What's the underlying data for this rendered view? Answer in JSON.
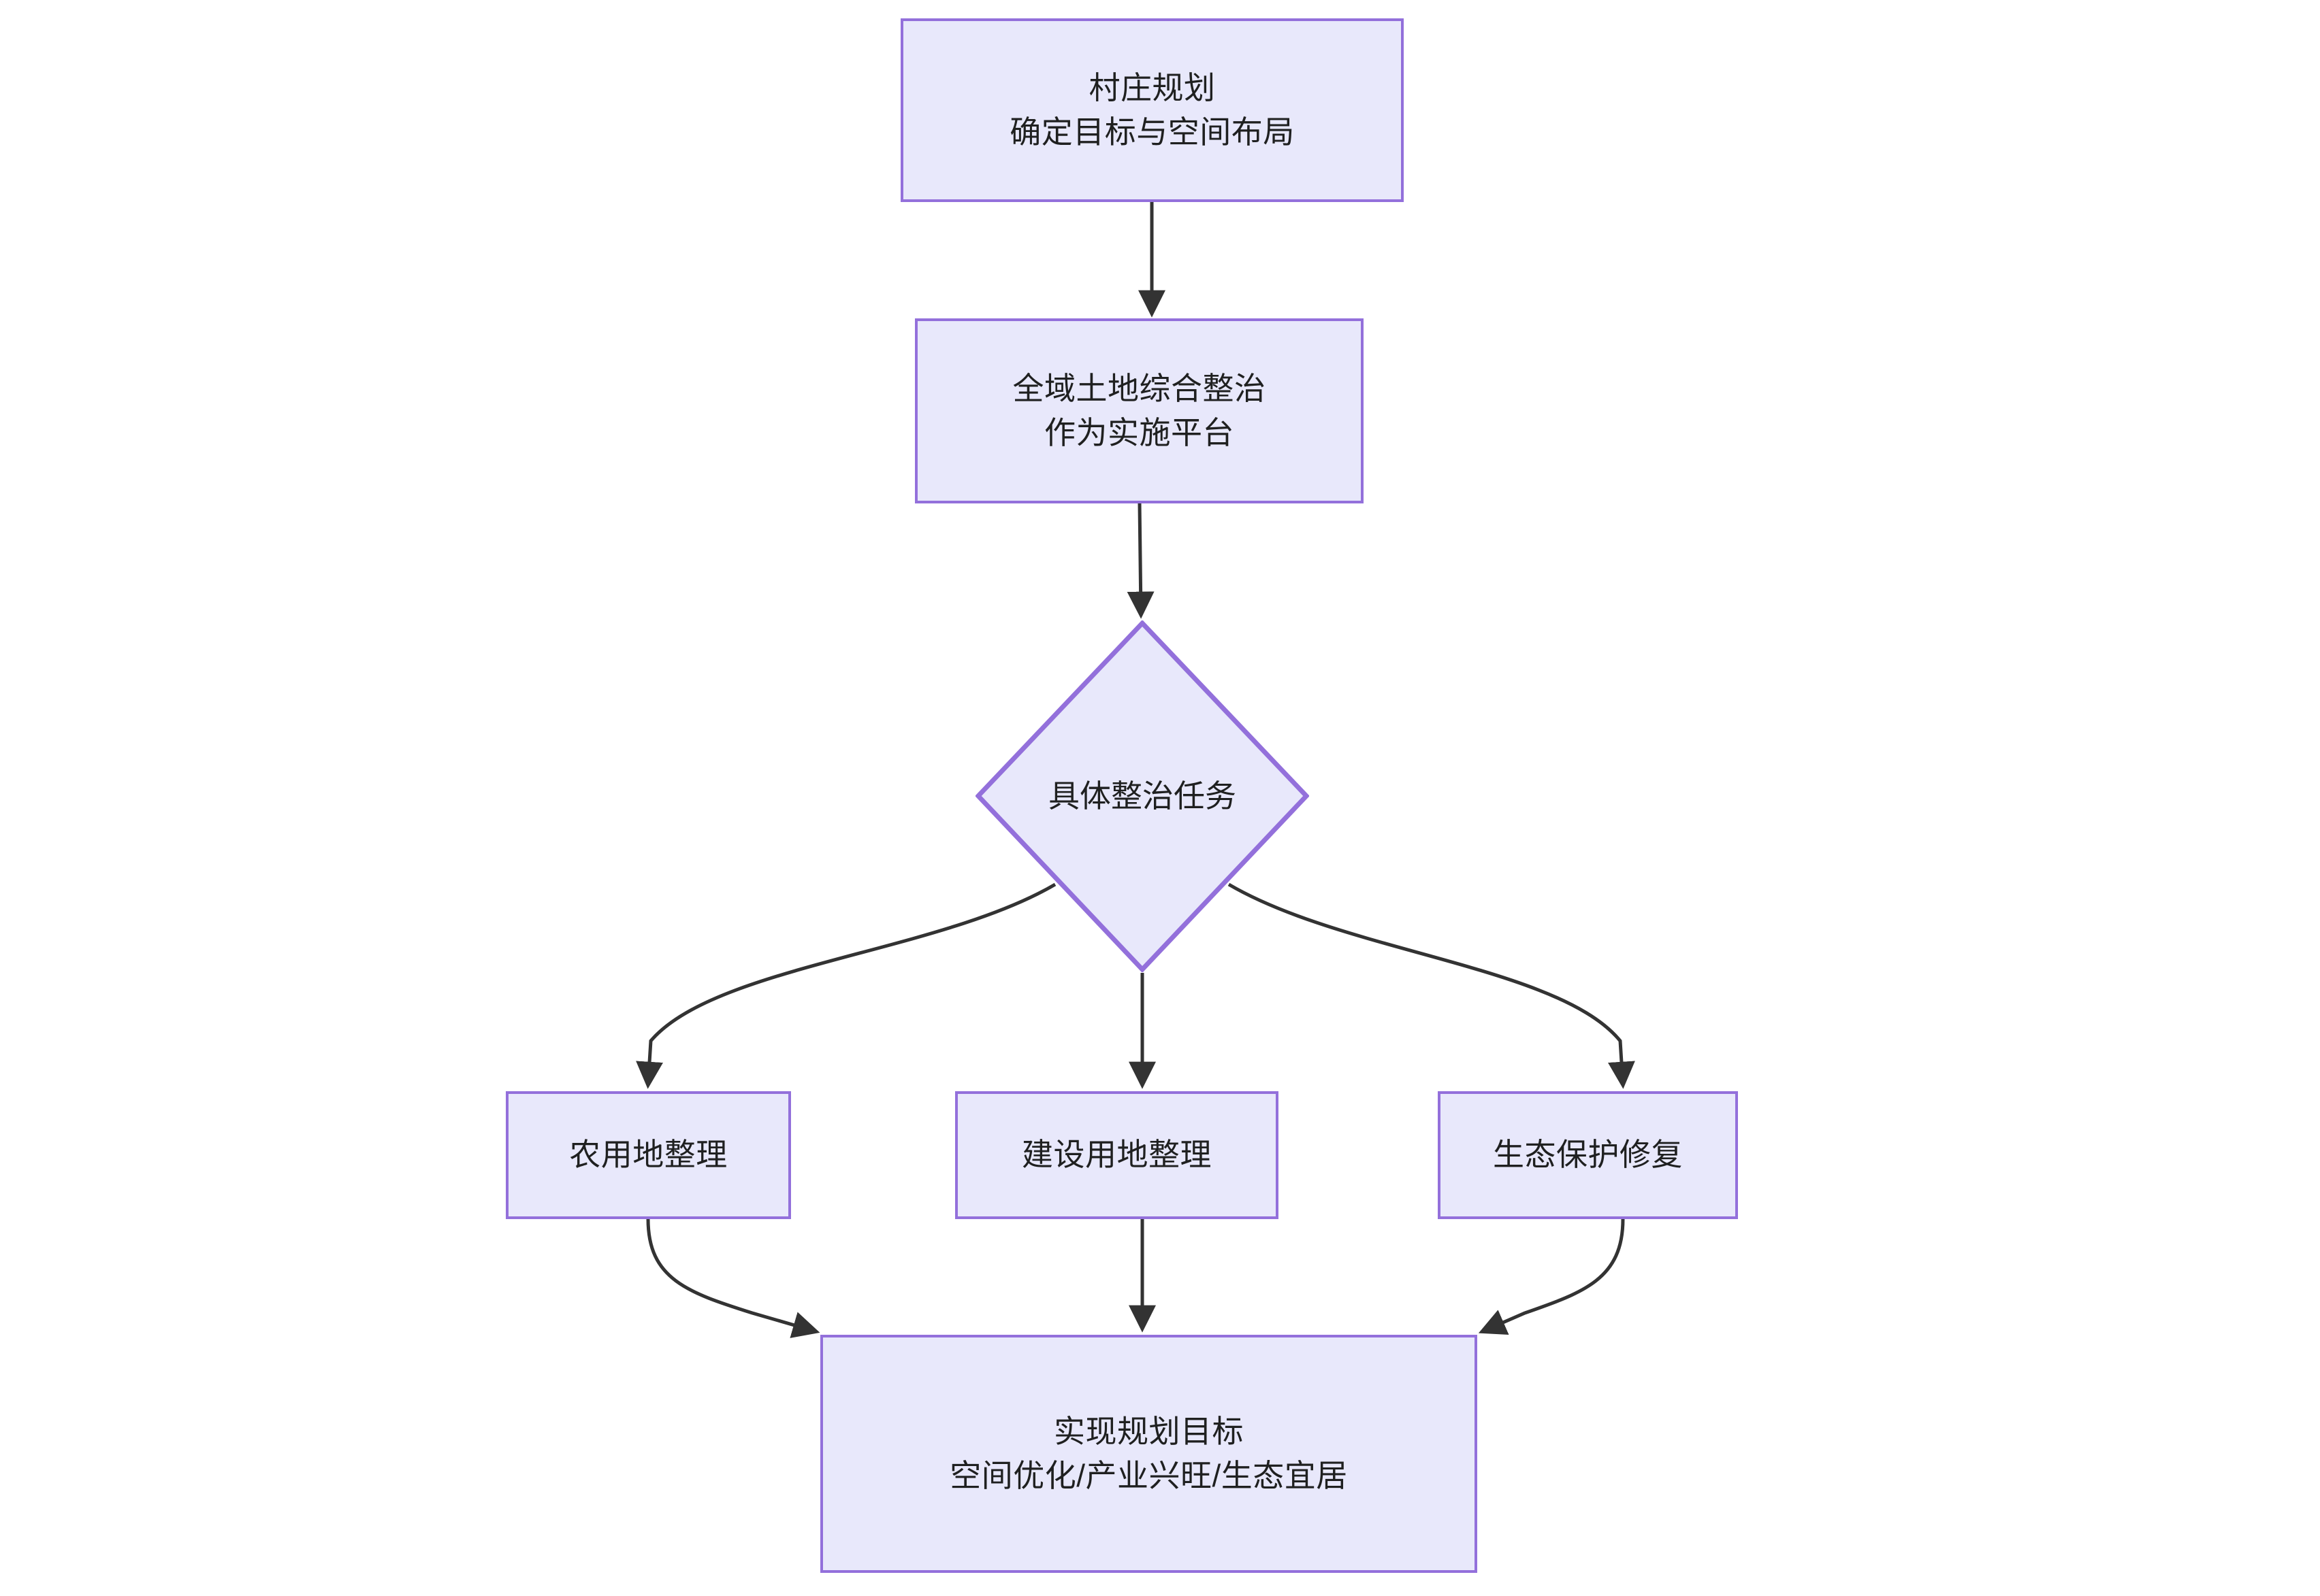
{
  "diagram": {
    "type": "flowchart",
    "direction": "top-down",
    "theme": {
      "node_fill": "#e8e8fb",
      "node_border": "#9370db",
      "edge_color": "#333333",
      "text_color": "#1f2020",
      "background": "#ffffff"
    },
    "nodes": [
      {
        "id": "n1",
        "shape": "rectangle",
        "label": "村庄规划\n确定目标与空间布局",
        "line1": "村庄规划",
        "line2": "确定目标与空间布局"
      },
      {
        "id": "n2",
        "shape": "rectangle",
        "label": "全域土地综合整治\n作为实施平台",
        "line1": "全域土地综合整治",
        "line2": "作为实施平台"
      },
      {
        "id": "nd",
        "shape": "diamond",
        "label": "具体整治任务"
      },
      {
        "id": "na",
        "shape": "rectangle",
        "label": "农用地整理"
      },
      {
        "id": "nb",
        "shape": "rectangle",
        "label": "建设用地整理"
      },
      {
        "id": "nc",
        "shape": "rectangle",
        "label": "生态保护修复"
      },
      {
        "id": "nf",
        "shape": "rectangle",
        "label": "实现规划目标\n空间优化/产业兴旺/生态宜居",
        "line1": "实现规划目标",
        "line2": "空间优化/产业兴旺/生态宜居"
      }
    ],
    "edges": [
      {
        "from": "n1",
        "to": "n2",
        "label": ""
      },
      {
        "from": "n2",
        "to": "nd",
        "label": ""
      },
      {
        "from": "nd",
        "to": "na",
        "label": ""
      },
      {
        "from": "nd",
        "to": "nb",
        "label": ""
      },
      {
        "from": "nd",
        "to": "nc",
        "label": ""
      },
      {
        "from": "na",
        "to": "nf",
        "label": ""
      },
      {
        "from": "nb",
        "to": "nf",
        "label": ""
      },
      {
        "from": "nc",
        "to": "nf",
        "label": ""
      }
    ]
  }
}
